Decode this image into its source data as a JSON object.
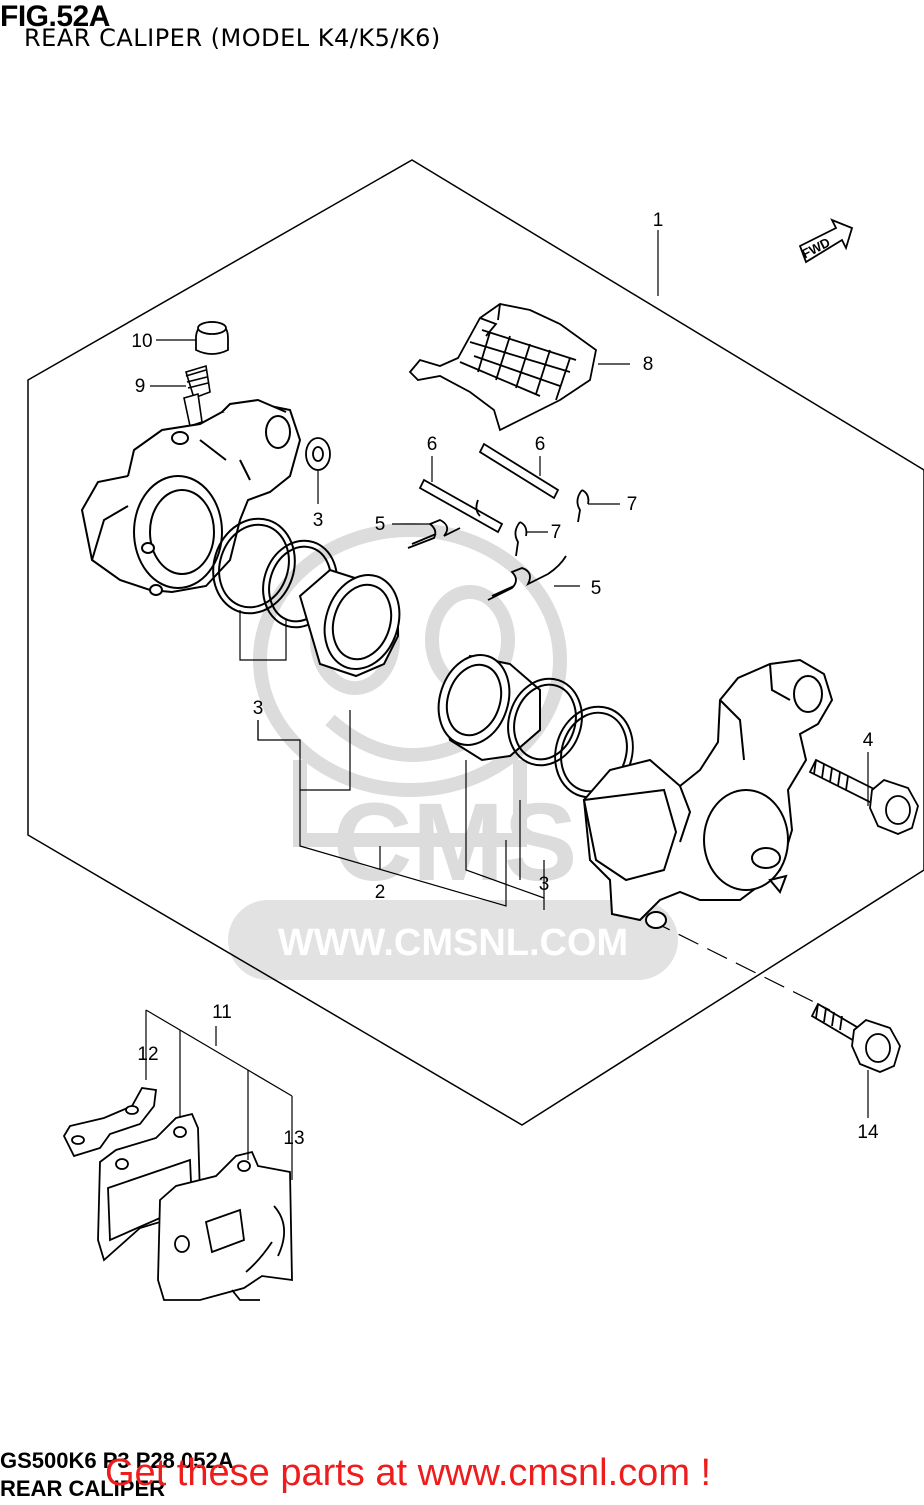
{
  "figure": {
    "number": "FIG.52A",
    "title": "REAR CALIPER (MODEL K4/K5/K6)",
    "direction_marker": "FWD"
  },
  "watermark": {
    "brand": "CMS",
    "url": "WWW.CMSNL.COM",
    "color": "#d9d9d9"
  },
  "callouts": [
    {
      "id": "c1",
      "label": "1"
    },
    {
      "id": "c2",
      "label": "2"
    },
    {
      "id": "c3a",
      "label": "3"
    },
    {
      "id": "c3b",
      "label": "3"
    },
    {
      "id": "c3c",
      "label": "3"
    },
    {
      "id": "c4",
      "label": "4"
    },
    {
      "id": "c5a",
      "label": "5"
    },
    {
      "id": "c5b",
      "label": "5"
    },
    {
      "id": "c6a",
      "label": "6"
    },
    {
      "id": "c6b",
      "label": "6"
    },
    {
      "id": "c7a",
      "label": "7"
    },
    {
      "id": "c7b",
      "label": "7"
    },
    {
      "id": "c8",
      "label": "8"
    },
    {
      "id": "c9",
      "label": "9"
    },
    {
      "id": "c10",
      "label": "10"
    },
    {
      "id": "c11",
      "label": "11"
    },
    {
      "id": "c12",
      "label": "12"
    },
    {
      "id": "c13",
      "label": "13"
    },
    {
      "id": "c14",
      "label": "14"
    }
  ],
  "footer": {
    "drawing_code": "GS500K6 P3 P28 052A",
    "drawing_name": "REAR CALIPER",
    "promo_text": "Get these parts at www.cmsnl.com !",
    "promo_color": "#ee1c1c"
  }
}
